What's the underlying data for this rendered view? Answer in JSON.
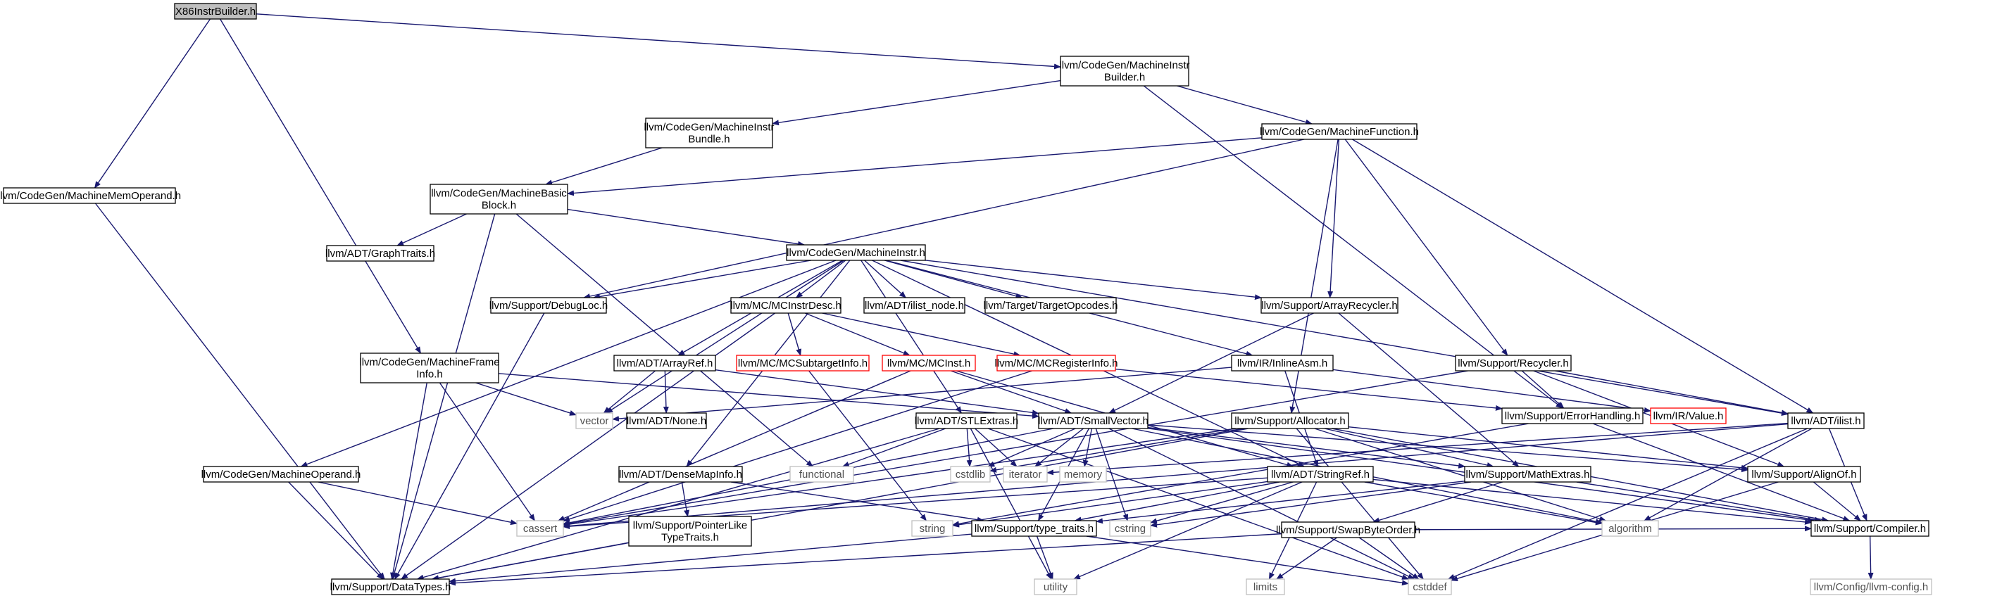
{
  "diagram": {
    "colors": {
      "edge": "#191970",
      "node_border": "#000000",
      "node_border_missing": "#ff0000",
      "node_border_system": "#bfbfbf",
      "root_fill": "#bfbfbf",
      "text_system": "#505050"
    },
    "nodes": [
      {
        "id": "x86",
        "lines": [
          "X86InstrBuilder.h"
        ],
        "kind": "root"
      },
      {
        "id": "mibuilder",
        "lines": [
          "llvm/CodeGen/MachineInstr",
          "Builder.h"
        ],
        "kind": "normal"
      },
      {
        "id": "mibundle",
        "lines": [
          "llvm/CodeGen/MachineInstr",
          "Bundle.h"
        ],
        "kind": "normal"
      },
      {
        "id": "mfunction",
        "lines": [
          "llvm/CodeGen/MachineFunction.h"
        ],
        "kind": "normal"
      },
      {
        "id": "mmo",
        "lines": [
          "llvm/CodeGen/MachineMemOperand.h"
        ],
        "kind": "normal"
      },
      {
        "id": "mbb",
        "lines": [
          "llvm/CodeGen/MachineBasic",
          "Block.h"
        ],
        "kind": "normal"
      },
      {
        "id": "graphtraits",
        "lines": [
          "llvm/ADT/GraphTraits.h"
        ],
        "kind": "normal"
      },
      {
        "id": "minstr",
        "lines": [
          "llvm/CodeGen/MachineInstr.h"
        ],
        "kind": "normal"
      },
      {
        "id": "debugloc",
        "lines": [
          "llvm/Support/DebugLoc.h"
        ],
        "kind": "normal"
      },
      {
        "id": "mcinstrdesc",
        "lines": [
          "llvm/MC/MCInstrDesc.h"
        ],
        "kind": "normal"
      },
      {
        "id": "ilistnode",
        "lines": [
          "llvm/ADT/ilist_node.h"
        ],
        "kind": "normal"
      },
      {
        "id": "targetopcodes",
        "lines": [
          "llvm/Target/TargetOpcodes.h"
        ],
        "kind": "normal"
      },
      {
        "id": "arrayrecycler",
        "lines": [
          "llvm/Support/ArrayRecycler.h"
        ],
        "kind": "normal"
      },
      {
        "id": "recycler",
        "lines": [
          "llvm/Support/Recycler.h"
        ],
        "kind": "normal"
      },
      {
        "id": "mframeinfo",
        "lines": [
          "llvm/CodeGen/MachineFrame",
          "Info.h"
        ],
        "kind": "normal"
      },
      {
        "id": "arrayref",
        "lines": [
          "llvm/ADT/ArrayRef.h"
        ],
        "kind": "normal"
      },
      {
        "id": "mcsubtarget",
        "lines": [
          "llvm/MC/MCSubtargetInfo.h"
        ],
        "kind": "missing"
      },
      {
        "id": "mcinst",
        "lines": [
          "llvm/MC/MCInst.h"
        ],
        "kind": "missing"
      },
      {
        "id": "mcreginfo",
        "lines": [
          "llvm/MC/MCRegisterInfo.h"
        ],
        "kind": "missing"
      },
      {
        "id": "inlineasm",
        "lines": [
          "llvm/IR/InlineAsm.h"
        ],
        "kind": "normal"
      },
      {
        "id": "vector",
        "lines": [
          "vector"
        ],
        "kind": "system"
      },
      {
        "id": "none",
        "lines": [
          "llvm/ADT/None.h"
        ],
        "kind": "normal"
      },
      {
        "id": "stlextras",
        "lines": [
          "llvm/ADT/STLExtras.h"
        ],
        "kind": "normal"
      },
      {
        "id": "smallvector",
        "lines": [
          "llvm/ADT/SmallVector.h"
        ],
        "kind": "normal"
      },
      {
        "id": "allocator",
        "lines": [
          "llvm/Support/Allocator.h"
        ],
        "kind": "normal"
      },
      {
        "id": "errorhandling",
        "lines": [
          "llvm/Support/ErrorHandling.h"
        ],
        "kind": "normal"
      },
      {
        "id": "irvalue",
        "lines": [
          "llvm/IR/Value.h"
        ],
        "kind": "missing"
      },
      {
        "id": "ilist",
        "lines": [
          "llvm/ADT/ilist.h"
        ],
        "kind": "normal"
      },
      {
        "id": "moperand",
        "lines": [
          "llvm/CodeGen/MachineOperand.h"
        ],
        "kind": "normal"
      },
      {
        "id": "densemapinfo",
        "lines": [
          "llvm/ADT/DenseMapInfo.h"
        ],
        "kind": "normal"
      },
      {
        "id": "functional",
        "lines": [
          "functional"
        ],
        "kind": "system"
      },
      {
        "id": "cstdlib",
        "lines": [
          "cstdlib"
        ],
        "kind": "system"
      },
      {
        "id": "iterator",
        "lines": [
          "iterator"
        ],
        "kind": "system"
      },
      {
        "id": "memory",
        "lines": [
          "memory"
        ],
        "kind": "system"
      },
      {
        "id": "stringref",
        "lines": [
          "llvm/ADT/StringRef.h"
        ],
        "kind": "normal"
      },
      {
        "id": "mathextras",
        "lines": [
          "llvm/Support/MathExtras.h"
        ],
        "kind": "normal"
      },
      {
        "id": "alignof",
        "lines": [
          "llvm/Support/AlignOf.h"
        ],
        "kind": "normal"
      },
      {
        "id": "cassert",
        "lines": [
          "cassert"
        ],
        "kind": "system"
      },
      {
        "id": "pointerlike",
        "lines": [
          "llvm/Support/PointerLike",
          "TypeTraits.h"
        ],
        "kind": "normal"
      },
      {
        "id": "string",
        "lines": [
          "string"
        ],
        "kind": "system"
      },
      {
        "id": "typetraits",
        "lines": [
          "llvm/Support/type_traits.h"
        ],
        "kind": "normal"
      },
      {
        "id": "cstring",
        "lines": [
          "cstring"
        ],
        "kind": "system"
      },
      {
        "id": "swapbyteorder",
        "lines": [
          "llvm/Support/SwapByteOrder.h"
        ],
        "kind": "normal"
      },
      {
        "id": "algorithm",
        "lines": [
          "algorithm"
        ],
        "kind": "system"
      },
      {
        "id": "compiler",
        "lines": [
          "llvm/Support/Compiler.h"
        ],
        "kind": "normal"
      },
      {
        "id": "datatypes",
        "lines": [
          "llvm/Support/DataTypes.h"
        ],
        "kind": "normal"
      },
      {
        "id": "utility",
        "lines": [
          "utility"
        ],
        "kind": "system"
      },
      {
        "id": "limits",
        "lines": [
          "limits"
        ],
        "kind": "system"
      },
      {
        "id": "cstddef",
        "lines": [
          "cstddef"
        ],
        "kind": "system"
      },
      {
        "id": "llvmconfig",
        "lines": [
          "llvm/Config/llvm-config.h"
        ],
        "kind": "system"
      }
    ],
    "edges": [
      [
        "x86",
        "mibuilder"
      ],
      [
        "x86",
        "mmo"
      ],
      [
        "x86",
        "mframeinfo"
      ],
      [
        "mibuilder",
        "mibundle"
      ],
      [
        "mibuilder",
        "mfunction"
      ],
      [
        "mibuilder",
        "errorhandling"
      ],
      [
        "mibundle",
        "mbb"
      ],
      [
        "mfunction",
        "mbb"
      ],
      [
        "mfunction",
        "debugloc"
      ],
      [
        "mfunction",
        "arrayrecycler"
      ],
      [
        "mfunction",
        "recycler"
      ],
      [
        "mfunction",
        "allocator"
      ],
      [
        "mfunction",
        "ilist"
      ],
      [
        "mmo",
        "datatypes"
      ],
      [
        "mbb",
        "graphtraits"
      ],
      [
        "mbb",
        "minstr"
      ],
      [
        "mbb",
        "functional"
      ],
      [
        "mbb",
        "datatypes"
      ],
      [
        "minstr",
        "debugloc"
      ],
      [
        "minstr",
        "mcinstrdesc"
      ],
      [
        "minstr",
        "ilistnode"
      ],
      [
        "minstr",
        "targetopcodes"
      ],
      [
        "minstr",
        "arrayrecycler"
      ],
      [
        "minstr",
        "inlineasm"
      ],
      [
        "minstr",
        "arrayref"
      ],
      [
        "minstr",
        "moperand"
      ],
      [
        "minstr",
        "densemapinfo"
      ],
      [
        "minstr",
        "stlextras"
      ],
      [
        "minstr",
        "stringref"
      ],
      [
        "minstr",
        "vector"
      ],
      [
        "minstr",
        "ilist"
      ],
      [
        "debugloc",
        "datatypes"
      ],
      [
        "mcinstrdesc",
        "mcsubtarget"
      ],
      [
        "mcinstrdesc",
        "mcinst"
      ],
      [
        "mcinstrdesc",
        "mcreginfo"
      ],
      [
        "mcinstrdesc",
        "datatypes"
      ],
      [
        "arrayrecycler",
        "smallvector"
      ],
      [
        "arrayrecycler",
        "mathextras"
      ],
      [
        "recycler",
        "errorhandling"
      ],
      [
        "recycler",
        "alignof"
      ],
      [
        "recycler",
        "ilist"
      ],
      [
        "recycler",
        "cassert"
      ],
      [
        "mframeinfo",
        "smallvector"
      ],
      [
        "mframeinfo",
        "vector"
      ],
      [
        "mframeinfo",
        "cassert"
      ],
      [
        "mframeinfo",
        "datatypes"
      ],
      [
        "arrayref",
        "smallvector"
      ],
      [
        "arrayref",
        "none"
      ],
      [
        "arrayref",
        "vector"
      ],
      [
        "mcsubtarget",
        "string"
      ],
      [
        "mcinst",
        "smallvector"
      ],
      [
        "mcinst",
        "stringref"
      ],
      [
        "mcinst",
        "cassert"
      ],
      [
        "mcreginfo",
        "errorhandling"
      ],
      [
        "mcreginfo",
        "cassert"
      ],
      [
        "inlineasm",
        "stringref"
      ],
      [
        "inlineasm",
        "irvalue"
      ],
      [
        "inlineasm",
        "vector"
      ],
      [
        "stlextras",
        "cstdlib"
      ],
      [
        "stlextras",
        "iterator"
      ],
      [
        "stlextras",
        "functional"
      ],
      [
        "stlextras",
        "utility"
      ],
      [
        "stlextras",
        "cstddef"
      ],
      [
        "stlextras",
        "datatypes"
      ],
      [
        "smallvector",
        "alignof"
      ],
      [
        "smallvector",
        "compiler"
      ],
      [
        "smallvector",
        "mathextras"
      ],
      [
        "smallvector",
        "typetraits"
      ],
      [
        "smallvector",
        "algorithm"
      ],
      [
        "smallvector",
        "cassert"
      ],
      [
        "smallvector",
        "cstddef"
      ],
      [
        "smallvector",
        "cstdlib"
      ],
      [
        "smallvector",
        "cstring"
      ],
      [
        "smallvector",
        "iterator"
      ],
      [
        "smallvector",
        "memory"
      ],
      [
        "allocator",
        "alignof"
      ],
      [
        "allocator",
        "datatypes"
      ],
      [
        "allocator",
        "mathextras"
      ],
      [
        "allocator",
        "compiler"
      ],
      [
        "allocator",
        "cstdlib"
      ],
      [
        "allocator",
        "cassert"
      ],
      [
        "allocator",
        "algorithm"
      ],
      [
        "allocator",
        "cstddef"
      ],
      [
        "errorhandling",
        "compiler"
      ],
      [
        "errorhandling",
        "string"
      ],
      [
        "ilist",
        "compiler"
      ],
      [
        "ilist",
        "algorithm"
      ],
      [
        "ilist",
        "cassert"
      ],
      [
        "ilist",
        "cstddef"
      ],
      [
        "ilist",
        "iterator"
      ],
      [
        "moperand",
        "datatypes"
      ],
      [
        "moperand",
        "cassert"
      ],
      [
        "densemapinfo",
        "pointerlike"
      ],
      [
        "densemapinfo",
        "typetraits"
      ],
      [
        "stringref",
        "compiler"
      ],
      [
        "stringref",
        "algorithm"
      ],
      [
        "stringref",
        "cassert"
      ],
      [
        "stringref",
        "cstring"
      ],
      [
        "stringref",
        "limits"
      ],
      [
        "stringref",
        "string"
      ],
      [
        "stringref",
        "utility"
      ],
      [
        "stringref",
        "typetraits"
      ],
      [
        "mathextras",
        "compiler"
      ],
      [
        "mathextras",
        "swapbyteorder"
      ],
      [
        "mathextras",
        "typetraits"
      ],
      [
        "mathextras",
        "cstring"
      ],
      [
        "alignof",
        "compiler"
      ],
      [
        "alignof",
        "cstddef"
      ],
      [
        "pointerlike",
        "datatypes"
      ],
      [
        "typetraits",
        "datatypes"
      ],
      [
        "typetraits",
        "cstddef"
      ],
      [
        "typetraits",
        "utility"
      ],
      [
        "swapbyteorder",
        "compiler"
      ],
      [
        "swapbyteorder",
        "datatypes"
      ],
      [
        "swapbyteorder",
        "cstddef"
      ],
      [
        "swapbyteorder",
        "limits"
      ],
      [
        "compiler",
        "llvmconfig"
      ]
    ]
  }
}
